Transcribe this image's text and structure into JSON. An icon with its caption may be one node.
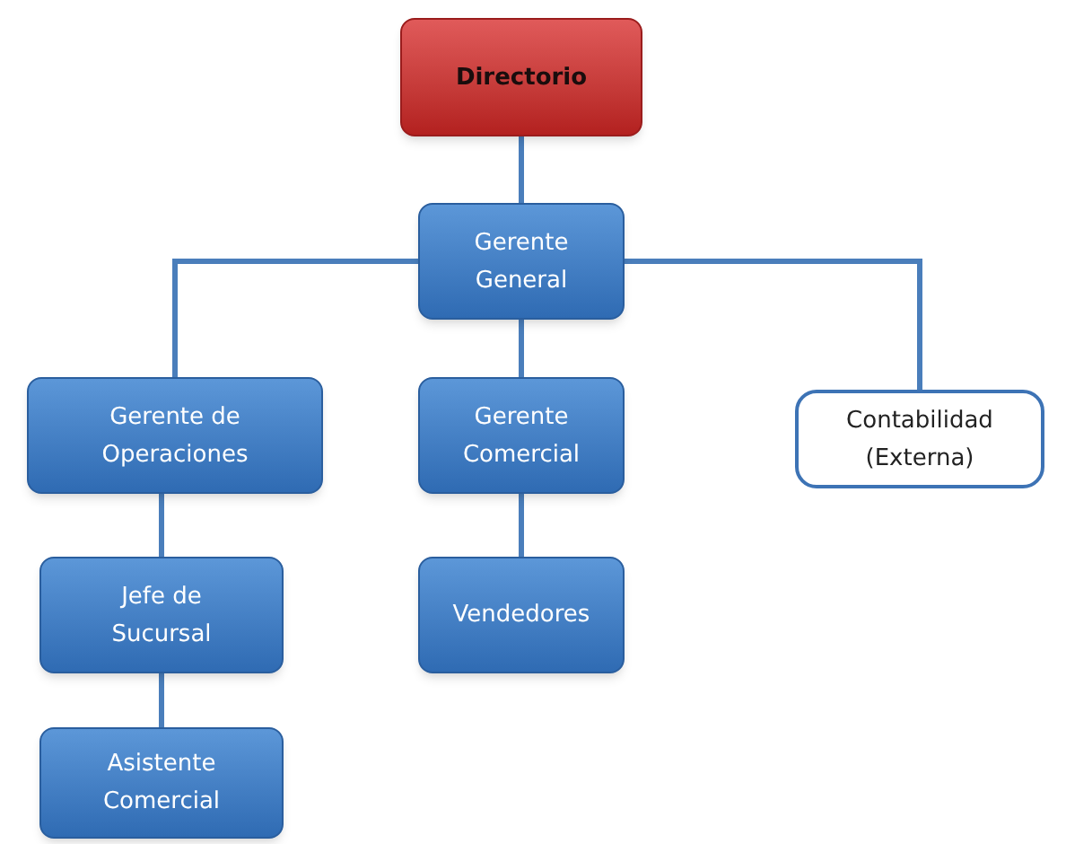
{
  "diagram": {
    "nodes": [
      {
        "text": [
          "Directorio"
        ]
      },
      {
        "text": [
          "Gerente General"
        ]
      },
      {
        "text": [
          "Gerente de Operaciones"
        ]
      },
      {
        "text": [
          "Gerente Comercial"
        ]
      },
      {
        "text": [
          "Contabilidad (Externa)"
        ]
      },
      {
        "text": [
          "Jefe de Sucursal"
        ]
      },
      {
        "text": [
          "Vendedores"
        ]
      },
      {
        "text": [
          "Asistente Comercial"
        ]
      }
    ],
    "edges": [
      {
        "from": 0,
        "to": 1,
        "arrow": "none"
      },
      {
        "from": 1,
        "to": 2,
        "arrow": "none"
      },
      {
        "from": 1,
        "to": 3,
        "arrow": "none"
      },
      {
        "from": 1,
        "to": 4,
        "arrow": "none"
      },
      {
        "from": 2,
        "to": 5,
        "arrow": "none"
      },
      {
        "from": 3,
        "to": 6,
        "arrow": "none"
      },
      {
        "from": 5,
        "to": 7,
        "arrow": "none"
      }
    ]
  }
}
